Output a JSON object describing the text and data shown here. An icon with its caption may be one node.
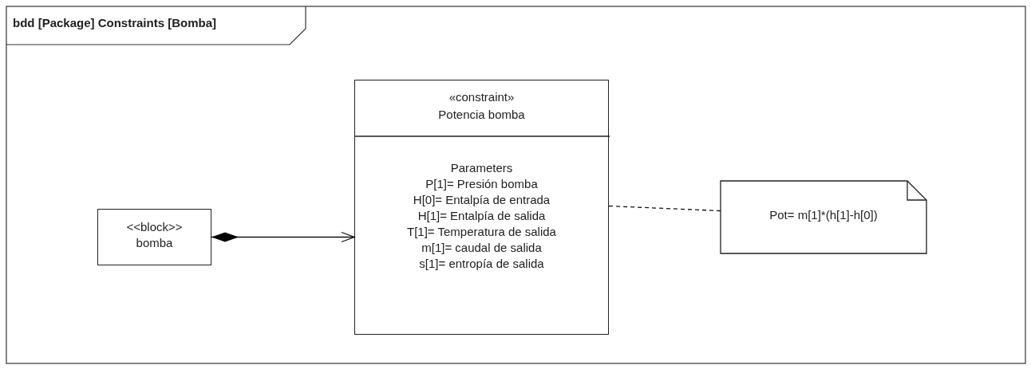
{
  "diagram": {
    "nodes": [
      {
        "text": [
          "bdd [Package] Constraints [Bomba]"
        ]
      },
      {
        "text": [
          "<<block>>",
          "bomba"
        ],
        "in": 0
      },
      {
        "text": [
          "«constraint»",
          "Potencia bomba",
          "Parameters",
          "P[1]= Presión bomba",
          "H[0]= Entalpía de entrada",
          "H[1]= Entalpía de salida",
          "T[1]= Temperatura de salida",
          "m[1]= caudal de salida",
          "s[1]= entropía de salida"
        ],
        "in": 0
      },
      {
        "text": [
          "Pot= m[1]*(h[1]-h[0])"
        ],
        "in": 0
      }
    ],
    "edges": [
      {
        "from": 1,
        "to": 2,
        "arrow": "to"
      },
      {
        "from": 3,
        "to": 2,
        "arrow": "none",
        "style": "dashed"
      }
    ]
  }
}
